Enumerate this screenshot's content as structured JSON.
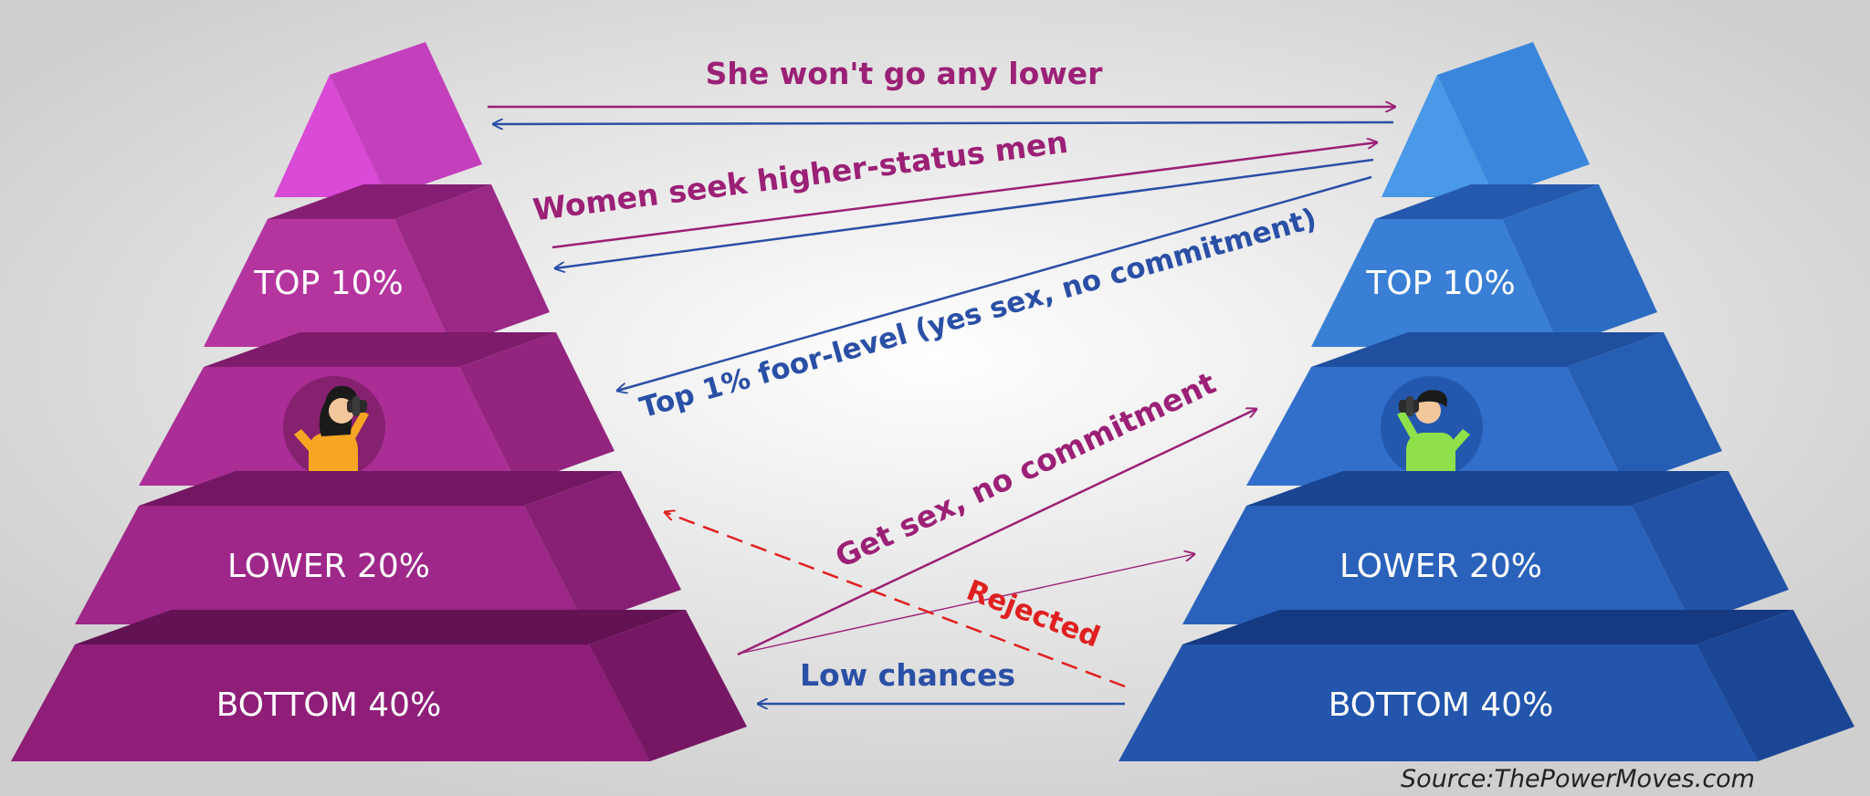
{
  "colors": {
    "women_arrow": "#9b2076",
    "men_arrow": "#2a4fa6",
    "rejected": "#e02020",
    "women_top": [
      "#d94ad6",
      "#c43fbc",
      "#a73299"
    ],
    "women_tiers": [
      {
        "front": "#b5359f",
        "right": "#9a2885",
        "top": "#861f74"
      },
      {
        "front": "#aa2e96",
        "right": "#93257f",
        "top": "#7e1b6b"
      },
      {
        "front": "#9e2789",
        "right": "#872074",
        "top": "#731763"
      },
      {
        "front": "#8e1e78",
        "right": "#761764",
        "top": "#631254"
      }
    ],
    "men_top": [
      "#4a98e8",
      "#3a86dc",
      "#2c6ec6"
    ],
    "men_tiers": [
      {
        "front": "#3a7fd6",
        "right": "#2c6bc2",
        "top": "#2459ad"
      },
      {
        "front": "#316fcb",
        "right": "#265eb4",
        "top": "#1f4f9f"
      },
      {
        "front": "#2a62bb",
        "right": "#2152a6",
        "top": "#1a4591"
      },
      {
        "front": "#2255ab",
        "right": "#1b4696",
        "top": "#153a82"
      }
    ]
  },
  "left_pyramid": {
    "tiers": [
      "TOP 10%",
      "",
      "LOWER 20%",
      "BOTTOM 40%"
    ],
    "avatar_icon": "woman-with-binoculars-icon"
  },
  "right_pyramid": {
    "tiers": [
      "TOP 10%",
      "",
      "LOWER 20%",
      "BOTTOM 40%"
    ],
    "avatar_icon": "man-with-binoculars-icon"
  },
  "annotations": {
    "top_exchange": "She won't go any lower",
    "women_seek": "Women seek higher-status men",
    "floor_level": "Top 1%  foor-level (yes sex, no commitment)",
    "get_sex": "Get sex, no commitment",
    "rejected": "Rejected",
    "low_chances": "Low chances"
  },
  "source": "Source:ThePowerMoves.com"
}
